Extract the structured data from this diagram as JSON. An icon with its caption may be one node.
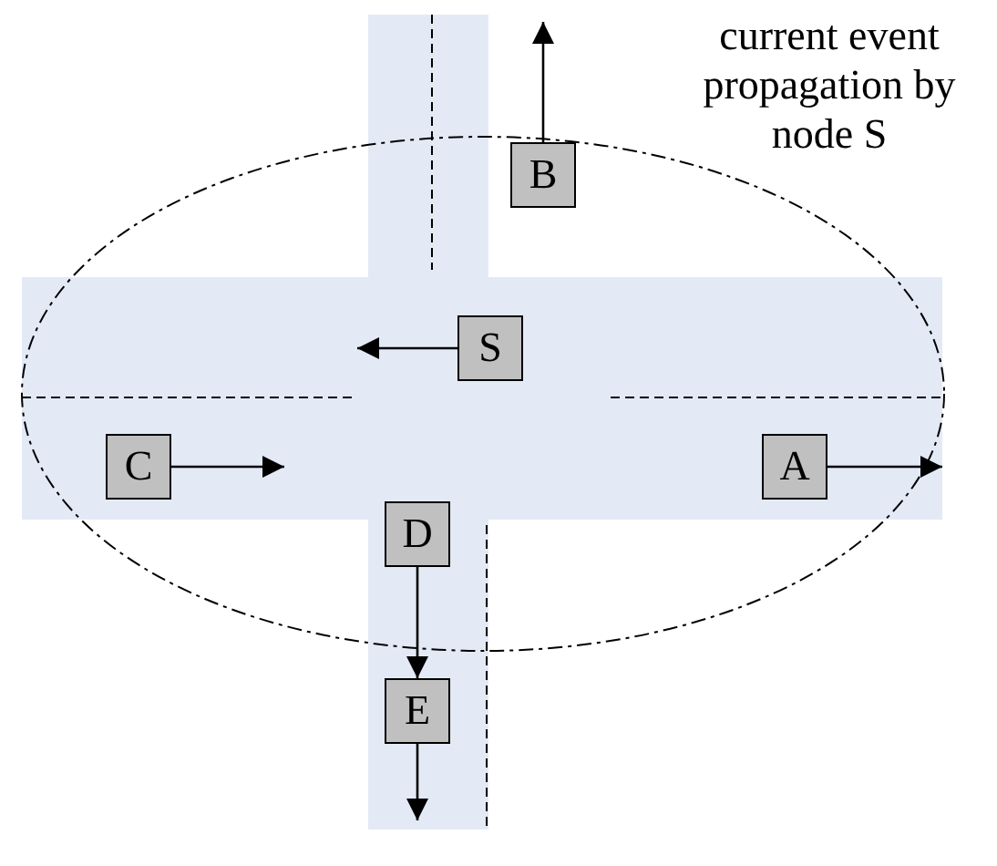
{
  "diagram": {
    "nodes": [
      {
        "text": [
          "B"
        ]
      },
      {
        "text": [
          "S"
        ]
      },
      {
        "text": [
          "C"
        ]
      },
      {
        "text": [
          "A"
        ]
      },
      {
        "text": [
          "D"
        ]
      },
      {
        "text": [
          "E"
        ]
      }
    ],
    "edges": [
      {
        "from": 0,
        "to": null,
        "arrow": "to"
      },
      {
        "from": 1,
        "to": null,
        "arrow": "to"
      },
      {
        "from": 2,
        "to": null,
        "arrow": "to"
      },
      {
        "from": 3,
        "to": null,
        "arrow": "to"
      },
      {
        "from": 4,
        "to": 5,
        "arrow": "to"
      },
      {
        "from": 5,
        "to": null,
        "arrow": "to"
      }
    ],
    "labels": [
      "current event propagation by node S"
    ]
  }
}
